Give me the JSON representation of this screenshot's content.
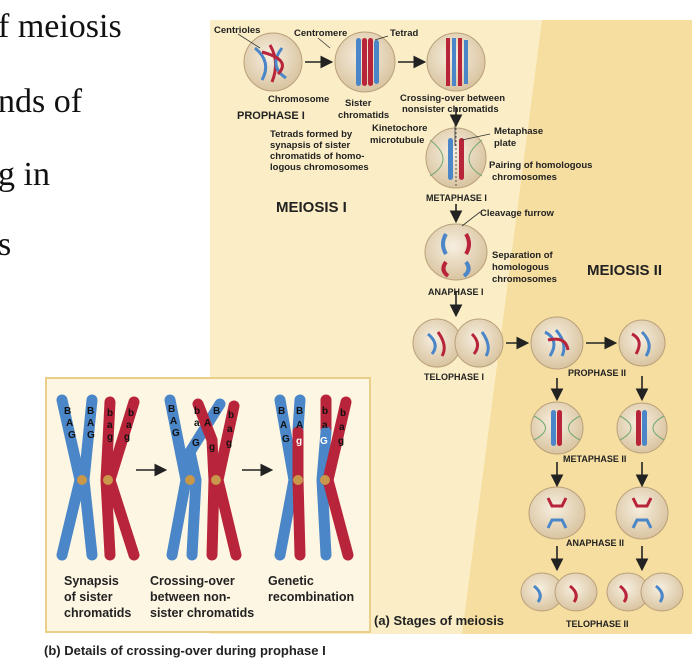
{
  "slide_text": {
    "line1": "f meiosis",
    "line2": "nds of",
    "line3": "g in",
    "line4": "s"
  },
  "panel_a": {
    "caption": "(a) Stages of meiosis",
    "meiosis1_heading": "MEIOSIS I",
    "meiosis2_heading": "MEIOSIS II",
    "labels": {
      "centrioles": "Centrioles",
      "centromere": "Centromere",
      "tetrad": "Tetrad",
      "chromosome": "Chromosome",
      "sister_chromatids": [
        "Sister",
        "chromatids"
      ],
      "crossing_over": [
        "Crossing-over between",
        "nonsister chromatids"
      ],
      "prophase1": "PROPHASE I",
      "tetrads_formed": [
        "Tetrads formed by",
        "synapsis of sister",
        "chromatids of homo-",
        "logous chromosomes"
      ],
      "kinetochore": [
        "Kinetochore",
        "microtubule"
      ],
      "metaphase_plate": [
        "Metaphase",
        "plate"
      ],
      "pairing": [
        "Pairing of homologous",
        "chromosomes"
      ],
      "metaphase1": "METAPHASE I",
      "cleavage_furrow": "Cleavage furrow",
      "separation": [
        "Separation of",
        "homologous",
        "chromosomes"
      ],
      "anaphase1": "ANAPHASE I",
      "telophase1": "TELOPHASE I",
      "prophase2": "PROPHASE II",
      "metaphase2": "METAPHASE II",
      "anaphase2": "ANAPHASE II",
      "telophase2": "TELOPHASE II"
    }
  },
  "panel_b": {
    "caption": "(b) Details of crossing-over during prophase I",
    "step1": [
      "Synapsis",
      "of sister",
      "chromatids"
    ],
    "step2": [
      "Crossing-over",
      "between non-",
      "sister chromatids"
    ],
    "step3": [
      "Genetic",
      "recombination"
    ],
    "alleles_upper": [
      "B",
      "A",
      "G"
    ],
    "alleles_lower": [
      "b",
      "a",
      "g"
    ]
  },
  "colors": {
    "panel_bg": "#fbeec6",
    "panel_bg_dark": "#f6dea0",
    "chromosome_blue": "#4a86c8",
    "chromosome_red": "#b8243a",
    "centromere": "#c9964a",
    "cell_fill": "#ecdcc0",
    "spindle": "#6da86d"
  }
}
